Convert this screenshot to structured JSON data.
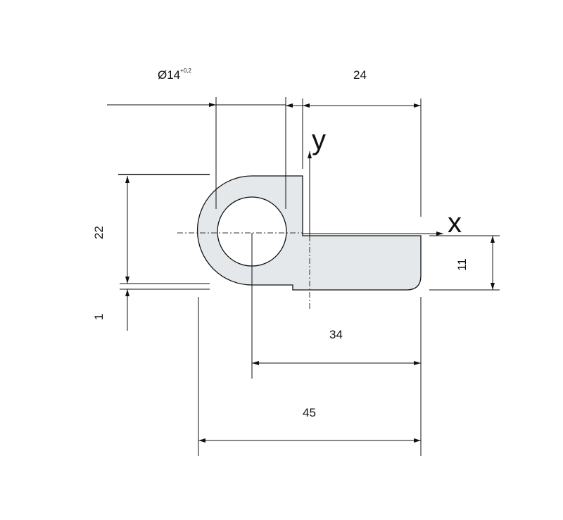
{
  "drawing": {
    "dimensions": {
      "hole_diameter": "Ø14",
      "hole_tolerance": "+0,2",
      "right_width": "24",
      "height_total": "22",
      "step_height": "1",
      "leg_height": "11",
      "center_to_end": "34",
      "overall_width": "45"
    },
    "axes": {
      "x_label": "x",
      "y_label": "y"
    },
    "colors": {
      "fill": "#e4e8ea",
      "line": "#111111"
    }
  }
}
